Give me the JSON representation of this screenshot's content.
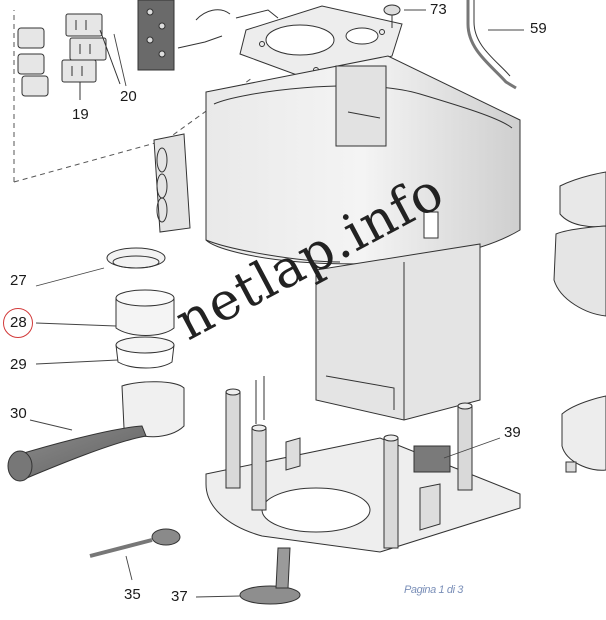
{
  "diagram": {
    "part_labels": [
      "73",
      "59",
      "20",
      "19",
      "27",
      "28",
      "29",
      "30",
      "39",
      "35",
      "37"
    ],
    "highlighted_part": "28",
    "highlight_color": "#d23a3a"
  },
  "watermark": "netlap.info",
  "page_footer": "Pagina 1 di 3"
}
